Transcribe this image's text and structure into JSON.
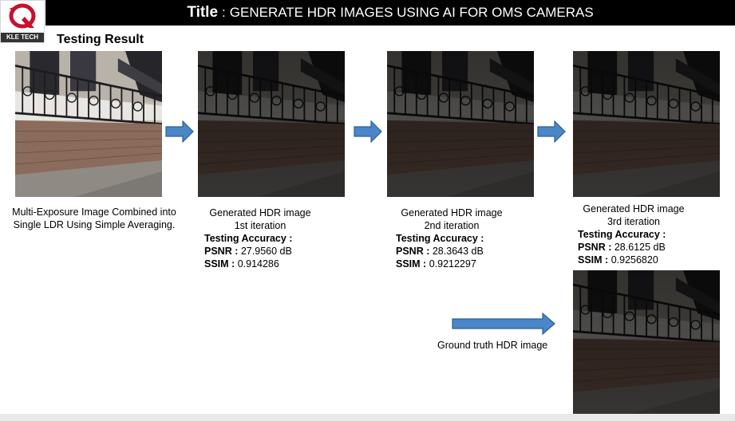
{
  "header": {
    "title_label": "Title",
    "title_colon": ":",
    "title_text": "GENERATE HDR IMAGES USING AI FOR OMS CAMERAS"
  },
  "logo": {
    "text": "KLE TECH",
    "color": "#c8102e"
  },
  "section_title": "Testing Result",
  "input": {
    "caption_line1": "Multi-Exposure Image Combined into",
    "caption_line2": "Single LDR Using Simple Averaging."
  },
  "iterations": [
    {
      "line1": "Generated HDR image",
      "line2": "1st iteration",
      "accuracy_label": "Testing Accuracy :",
      "psnr_label": "PSNR :",
      "psnr_value": "27.9560 dB",
      "ssim_label": "SSIM :",
      "ssim_value": "0.914286"
    },
    {
      "line1": "Generated HDR image",
      "line2": "2nd iteration",
      "accuracy_label": "Testing Accuracy :",
      "psnr_label": "PSNR :",
      "psnr_value": "28.3643 dB",
      "ssim_label": "SSIM :",
      "ssim_value": "0.9212297"
    },
    {
      "line1": "Generated HDR image",
      "line2": "3rd iteration",
      "accuracy_label": "Testing Accuracy :",
      "psnr_label": "PSNR :",
      "psnr_value": "28.6125 dB",
      "ssim_label": "SSIM :",
      "ssim_value": "0.9256820"
    }
  ],
  "ground_truth": {
    "caption": "Ground truth HDR image"
  },
  "colors": {
    "arrow_fill": "#4a86c8",
    "arrow_stroke": "#2e5f94",
    "title_bg": "#000000"
  },
  "icons": {
    "arrow": "right-arrow-icon",
    "logo": "kle-tech-logo-icon"
  }
}
